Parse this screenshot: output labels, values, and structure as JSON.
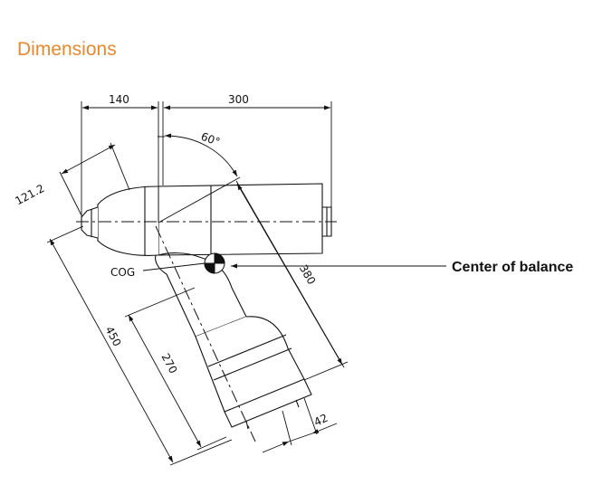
{
  "title": "Dimensions",
  "accent_color": "#e8892f",
  "line_color": "#111111",
  "labels": {
    "dim_140": "140",
    "dim_300": "300",
    "angle": "60°",
    "dim_121_2": "121.2",
    "dim_380": "380",
    "dim_450": "450",
    "dim_270": "270",
    "dim_42": "42",
    "cog": "COG",
    "center_of_balance": "Center of balance"
  }
}
